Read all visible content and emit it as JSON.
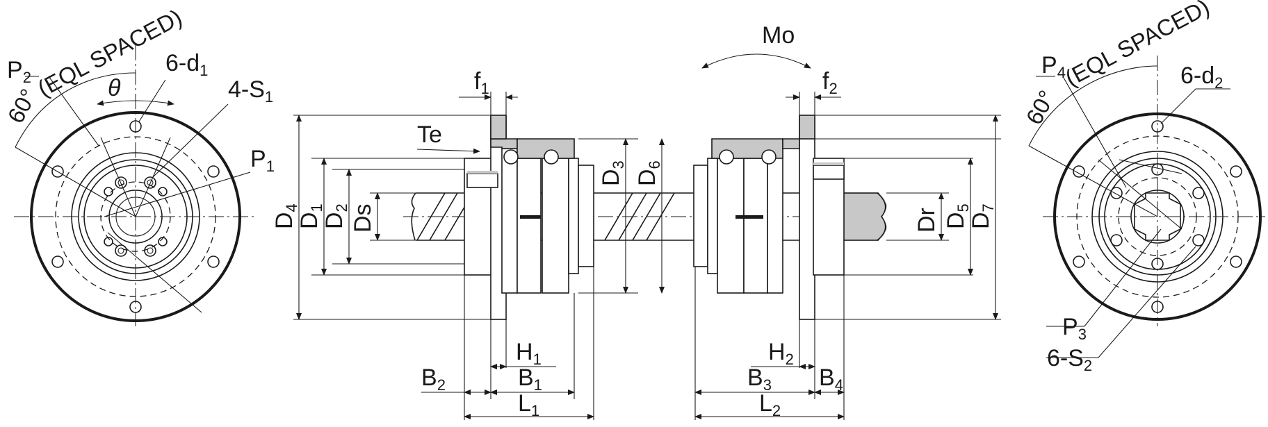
{
  "labels": {
    "Mo": "Mo",
    "P2": "P",
    "P2_sub": "2",
    "eql_left": "(EQL SPACED)",
    "deg_left": "60°",
    "d1": "6-d",
    "d1_sub": "1",
    "theta": "θ",
    "S1": "4-S",
    "S1_sub": "1",
    "P1": "P",
    "P1_sub": "1",
    "f1": "f",
    "f1_sub": "1",
    "Te": "Te",
    "D4": "D",
    "D4_sub": "4",
    "D1": "D",
    "D1_sub": "1",
    "D2": "D",
    "D2_sub": "2",
    "Ds": "Ds",
    "D3": "D",
    "D3_sub": "3",
    "D6": "D",
    "D6_sub": "6",
    "H1": "H",
    "H1_sub": "1",
    "B2": "B",
    "B2_sub": "2",
    "B1": "B",
    "B1_sub": "1",
    "L1": "L",
    "L1_sub": "1",
    "f2": "f",
    "f2_sub": "2",
    "Dr": "Dr",
    "D5": "D",
    "D5_sub": "5",
    "D7": "D",
    "D7_sub": "7",
    "H2": "H",
    "H2_sub": "2",
    "B3": "B",
    "B3_sub": "3",
    "B4": "B",
    "B4_sub": "4",
    "L2": "L",
    "L2_sub": "2",
    "P4": "P",
    "P4_sub": "4",
    "eql_right": "(EQL SPACED)",
    "deg_right": "60°",
    "d2": "6-d",
    "d2_sub": "2",
    "P3": "P",
    "P3_sub": "3",
    "S2": "6-S",
    "S2_sub": "2"
  },
  "colors": {
    "line": "#1a1a1a",
    "shade": "#c8c8c8",
    "background": "#ffffff"
  }
}
